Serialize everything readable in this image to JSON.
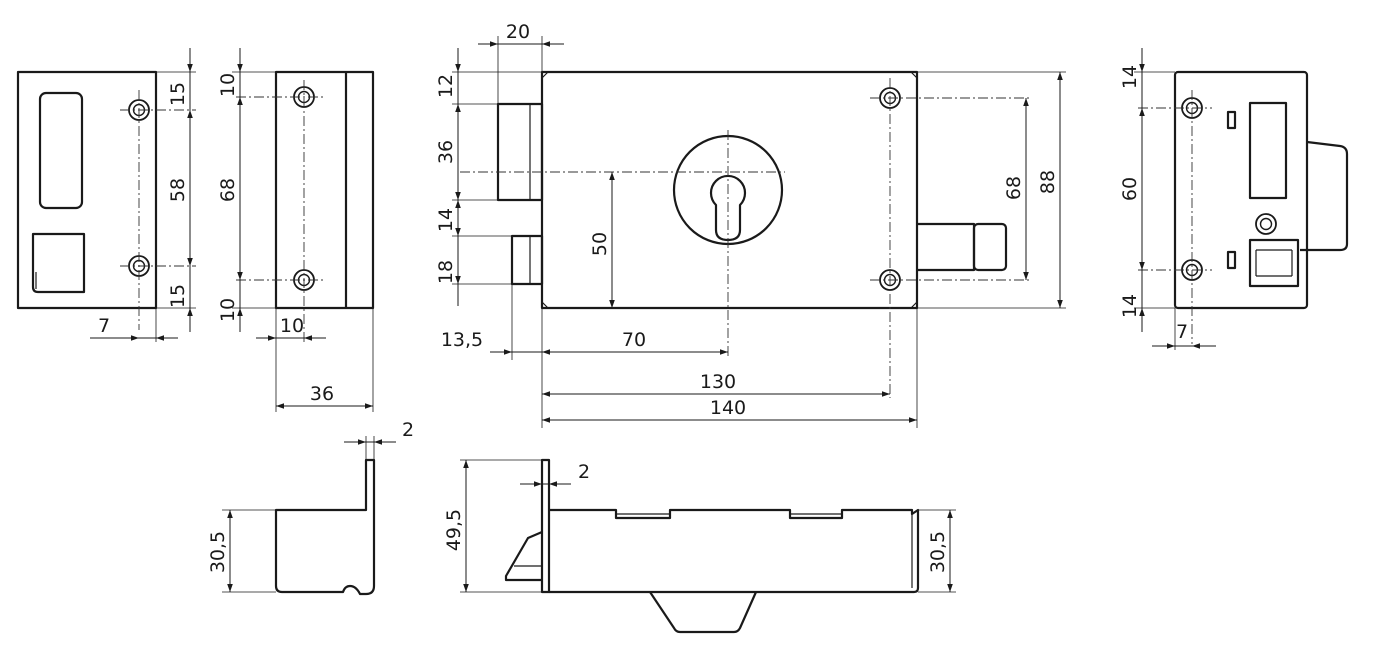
{
  "dimensions": {
    "strike_top_hole": "15",
    "strike_holes": "58",
    "strike_bottom_hole": "15",
    "strike_edge": "7",
    "side_top_hole": "10",
    "side_holes": "68",
    "side_bottom_hole": "10",
    "side_hole_offset": "10",
    "side_depth": "36",
    "front_bolt_width": "20",
    "front_top": "12",
    "front_bolt_height": "36",
    "front_gap": "14",
    "front_latch": "18",
    "front_cyl_height": "50",
    "front_hole_height": "68",
    "front_total_height": "88",
    "front_latch_offset": "13,5",
    "front_cyl_offset": "70",
    "front_holes_width": "130",
    "front_total_width": "140",
    "back_top_hole": "14",
    "back_holes": "60",
    "back_bottom_hole": "14",
    "back_edge": "7",
    "bottom_left_thickness": "2",
    "bottom_left_height": "30,5",
    "bottom_mid_thickness": "2",
    "bottom_mid_plate_height": "49,5",
    "bottom_mid_height": "30,5"
  },
  "colors": {
    "line": "#1a1a1a",
    "background": "#ffffff"
  }
}
